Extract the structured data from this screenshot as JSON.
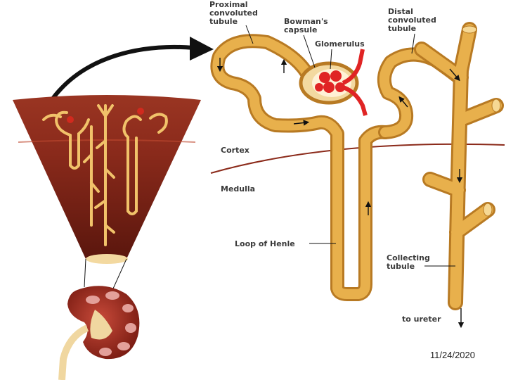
{
  "labels": {
    "proximal": [
      "Proximal",
      "convoluted",
      "tubule"
    ],
    "bowman": [
      "Bowman's",
      "capsule"
    ],
    "glomerulus": "Glomerulus",
    "distal": [
      "Distal",
      "convoluted",
      "tubule"
    ],
    "cortex": "Cortex",
    "medulla": "Medulla",
    "loop": "Loop of Henle",
    "collecting": [
      "Collecting",
      "tubule"
    ],
    "ureter": "to ureter"
  },
  "slide": {
    "date": "11/24/2020"
  },
  "colors": {
    "tubule": "#e8b04c",
    "tubule_dark": "#b87a23",
    "cortex_tissue": "#8c2a1c",
    "medulla_tissue": "#6e1d12",
    "blood": "#e02424",
    "boundary": "#8b2a1a"
  }
}
